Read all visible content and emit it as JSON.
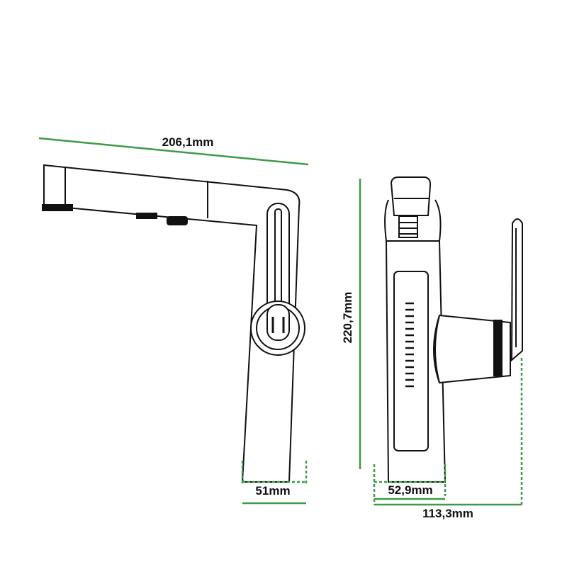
{
  "dimensions": {
    "length": "206,1mm",
    "height": "220,7mm",
    "base_front": "51mm",
    "base_side": "52,9mm",
    "depth_total": "113,3mm"
  },
  "colors": {
    "dimension_line": "#3d9a48",
    "dimension_text": "#111111",
    "outline": "#111111"
  }
}
